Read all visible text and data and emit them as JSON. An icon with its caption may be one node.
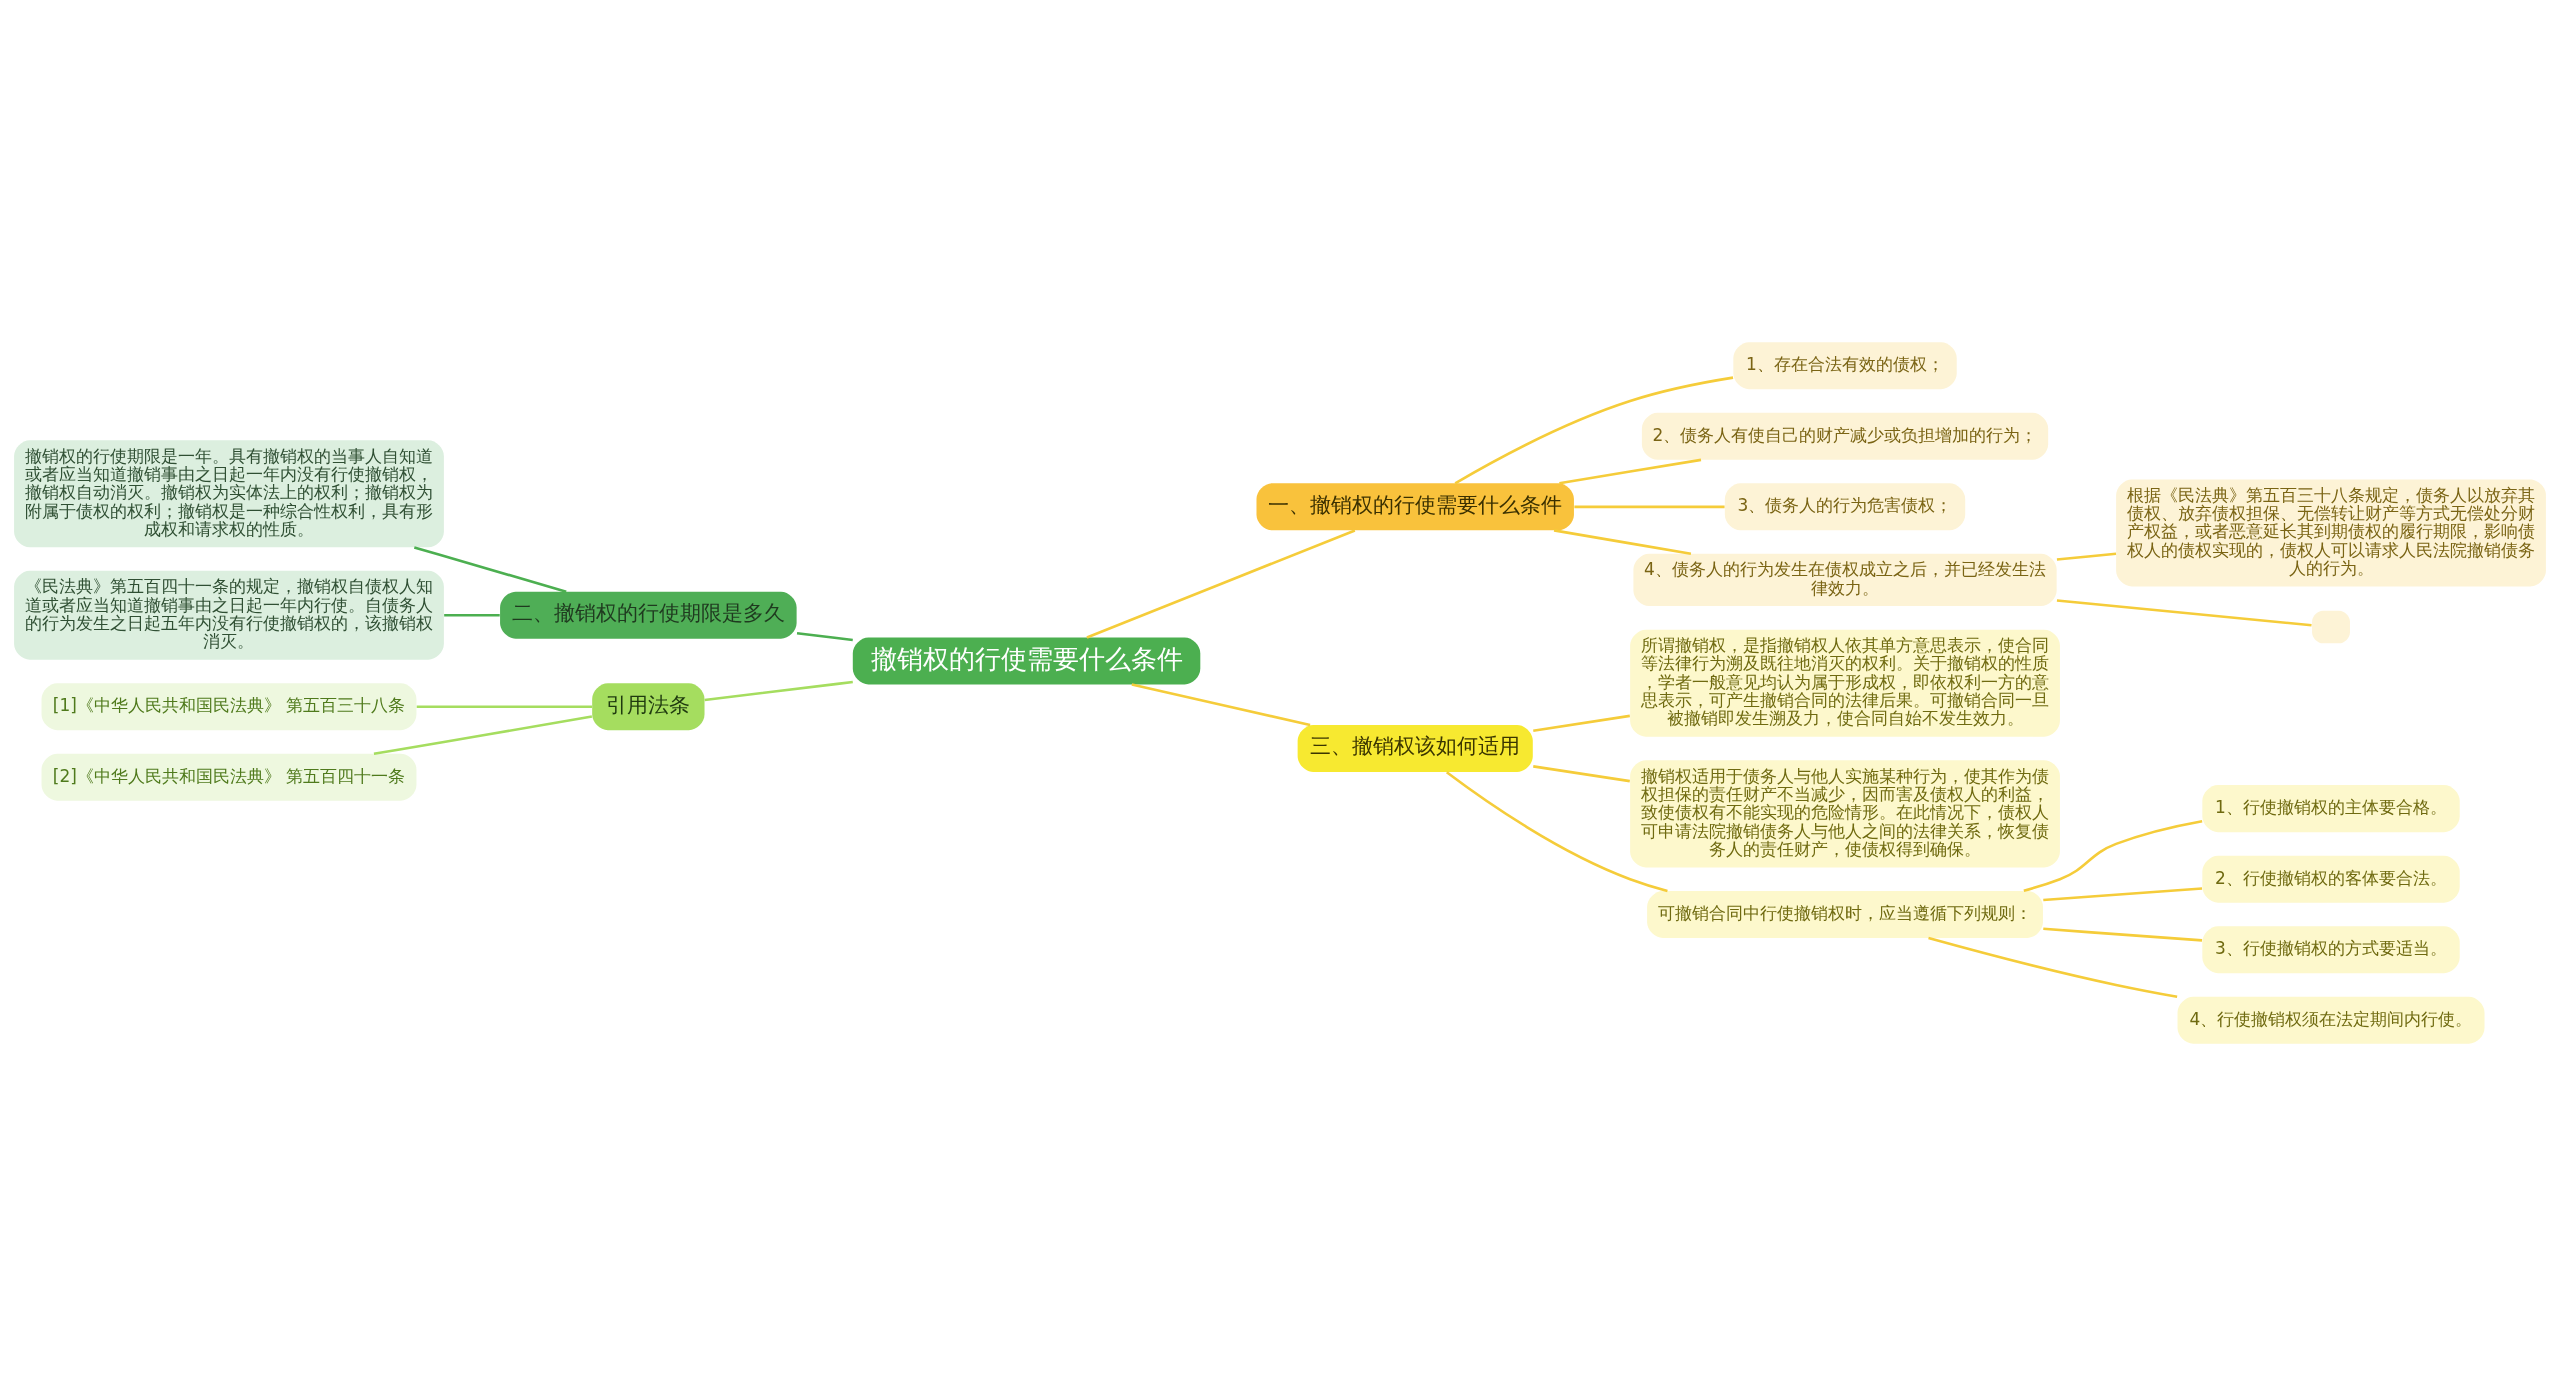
{
  "diagram": {
    "nodes": [
      {
        "text": [
          "撤销权的行使需要什么条件"
        ]
      },
      {
        "text": [
          "一、撤销权的行使需要什么条件"
        ]
      },
      {
        "text": [
          "1、存在合法有效的债权；"
        ]
      },
      {
        "text": [
          "2、债务人有使自己的财产减少或负担增加的行为；"
        ]
      },
      {
        "text": [
          "3、债务人的行为危害债权；"
        ]
      },
      {
        "text": [
          "4、债务人的行为发生在债权成立之后，并已经发生法律效力。"
        ]
      },
      {
        "text": [
          "根据《民法典》第五百三十八条规定，债务人以放弃其债权、放弃债权担保、无偿转让财产等方式无偿处分财产权益，或者恶意延长其到期债权的履行期限，影响债权人的债权实现的，债权人可以请求人民法院撤销债务人的行为。"
        ]
      },
      {
        "text": [],
        "shape": "box"
      },
      {
        "text": [
          "二、撤销权的行使期限是多久"
        ]
      },
      {
        "text": [
          "撤销权的行使期限是一年。具有撤销权的当事人自知道或者应当知道撤销事由之日起一年内没有行使撤销权，撤销权自动消灭。撤销权为实体法上的权利；撤销权为附属于债权的权利；撤销权是一种综合性权利，具有形成权和请求权的性质。"
        ]
      },
      {
        "text": [
          "《民法典》第五百四十一条的规定，撤销权自债权人知道或者应当知道撤销事由之日起一年内行使。自债务人的行为发生之日起五年内没有行使撤销权的，该撤销权消灭。"
        ]
      },
      {
        "text": [
          "引用法条"
        ]
      },
      {
        "text": [
          "[1]《中华人民共和国民法典》 第五百三十八条"
        ]
      },
      {
        "text": [
          "[2]《中华人民共和国民法典》 第五百四十一条"
        ]
      },
      {
        "text": [
          "三、撤销权该如何适用"
        ]
      },
      {
        "text": [
          "所谓撤销权，是指撤销权人依其单方意思表示，使合同等法律行为溯及既往地消灭的权利。关于撤销权的性质，学者一般意见均认为属于形成权，即依权利一方的意思表示，可产生撤销合同的法律后果。可撤销合同一旦被撤销即发生溯及力，使合同自始不发生效力。"
        ]
      },
      {
        "text": [
          "撤销权适用于债务人与他人实施某种行为，使其作为债权担保的责任财产不当减少，因而害及债权人的利益，致使债权有不能实现的危险情形。在此情况下，债权人可申请法院撤销债务人与他人之间的法律关系，恢复债务人的责任财产，使债权得到确保。"
        ]
      },
      {
        "text": [
          "可撤销合同中行使撤销权时，应当遵循下列规则："
        ]
      },
      {
        "text": [
          "1、行使撤销权的主体要合格。"
        ]
      },
      {
        "text": [
          "2、行使撤销权的客体要合法。"
        ]
      },
      {
        "text": [
          "3、行使撤销权的方式要适当。"
        ]
      },
      {
        "text": [
          "4、行使撤销权须在法定期间内行使。"
        ]
      }
    ],
    "edges": [
      {
        "from": 0,
        "to": 1,
        "arrow": "none"
      },
      {
        "from": 1,
        "to": 2,
        "arrow": "none"
      },
      {
        "from": 1,
        "to": 3,
        "arrow": "none"
      },
      {
        "from": 1,
        "to": 4,
        "arrow": "none"
      },
      {
        "from": 1,
        "to": 5,
        "arrow": "none"
      },
      {
        "from": 5,
        "to": 6,
        "arrow": "none"
      },
      {
        "from": 5,
        "to": 7,
        "arrow": "none"
      },
      {
        "from": 0,
        "to": 8,
        "arrow": "none",
        "color": "#4caf50"
      },
      {
        "from": 8,
        "to": 9,
        "arrow": "none",
        "color": "#4caf50"
      },
      {
        "from": 8,
        "to": 10,
        "arrow": "none",
        "color": "#4caf50"
      },
      {
        "from": 0,
        "to": 11,
        "arrow": "none",
        "color": "#a5dd5f"
      },
      {
        "from": 11,
        "to": 12,
        "arrow": "none",
        "color": "#a5dd5f"
      },
      {
        "from": 11,
        "to": 13,
        "arrow": "none",
        "color": "#a5dd5f"
      },
      {
        "from": 0,
        "to": 14,
        "arrow": "none"
      },
      {
        "from": 14,
        "to": 15,
        "arrow": "none"
      },
      {
        "from": 14,
        "to": 16,
        "arrow": "none"
      },
      {
        "from": 14,
        "to": 17,
        "arrow": "none"
      },
      {
        "from": 17,
        "to": 18,
        "arrow": "none"
      },
      {
        "from": 17,
        "to": 19,
        "arrow": "none"
      },
      {
        "from": 17,
        "to": 20,
        "arrow": "none"
      },
      {
        "from": 17,
        "to": 21,
        "arrow": "none"
      }
    ]
  }
}
